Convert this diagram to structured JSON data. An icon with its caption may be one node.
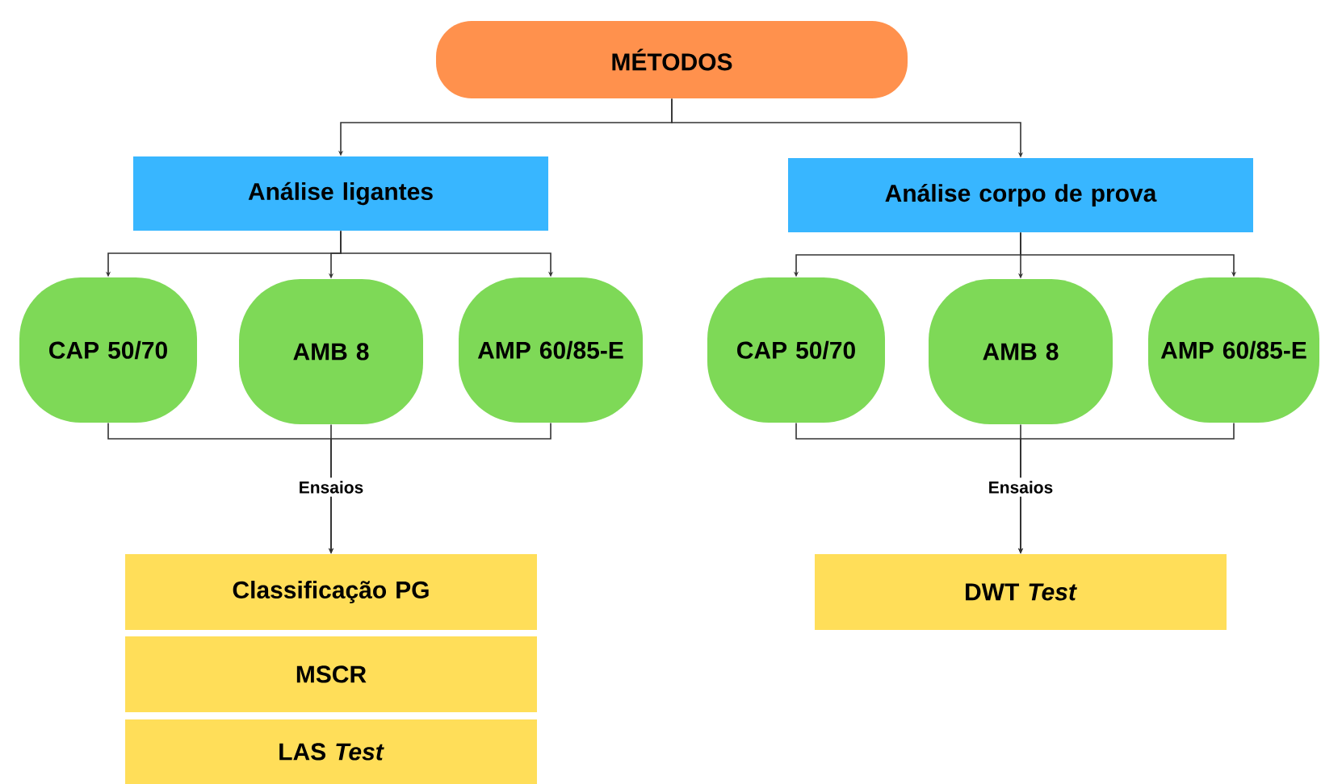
{
  "diagram": {
    "nodes": [
      {
        "text": [
          "MÉTODOS"
        ]
      },
      {
        "text": [
          "Análise ligantes"
        ]
      },
      {
        "text": [
          "Análise corpo de prova"
        ]
      },
      {
        "text": [
          "CAP 50/70"
        ]
      },
      {
        "text": [
          "AMB 8"
        ]
      },
      {
        "text": [
          "AMP 60/85-E"
        ]
      },
      {
        "text": [
          "CAP 50/70"
        ]
      },
      {
        "text": [
          "AMB 8"
        ]
      },
      {
        "text": [
          "AMP 60/85-E"
        ]
      },
      {
        "text": [
          "Classificação PG"
        ]
      },
      {
        "text": [
          "MSCR"
        ]
      },
      {
        "text": [
          "LAS *Test*"
        ]
      },
      {
        "text": [
          "DWT *Test*"
        ]
      }
    ],
    "edges": [
      {
        "from": 0,
        "to": 1,
        "arrow": "to"
      },
      {
        "from": 0,
        "to": 2,
        "arrow": "to"
      },
      {
        "from": 1,
        "to": 3,
        "arrow": "to"
      },
      {
        "from": 1,
        "to": 4,
        "arrow": "to"
      },
      {
        "from": 1,
        "to": 5,
        "arrow": "to"
      },
      {
        "from": 2,
        "to": 6,
        "arrow": "to"
      },
      {
        "from": 2,
        "to": 7,
        "arrow": "to"
      },
      {
        "from": 2,
        "to": 8,
        "arrow": "to"
      },
      {
        "from": 3,
        "to": 9,
        "arrow": "to"
      },
      {
        "from": 4,
        "to": 9,
        "label": "Ensaios",
        "arrow": "to"
      },
      {
        "from": 5,
        "to": 9,
        "arrow": "to"
      },
      {
        "from": 6,
        "to": 12,
        "arrow": "to"
      },
      {
        "from": 7,
        "to": 12,
        "label": "Ensaios",
        "arrow": "to"
      },
      {
        "from": 8,
        "to": 12,
        "arrow": "to"
      }
    ]
  }
}
